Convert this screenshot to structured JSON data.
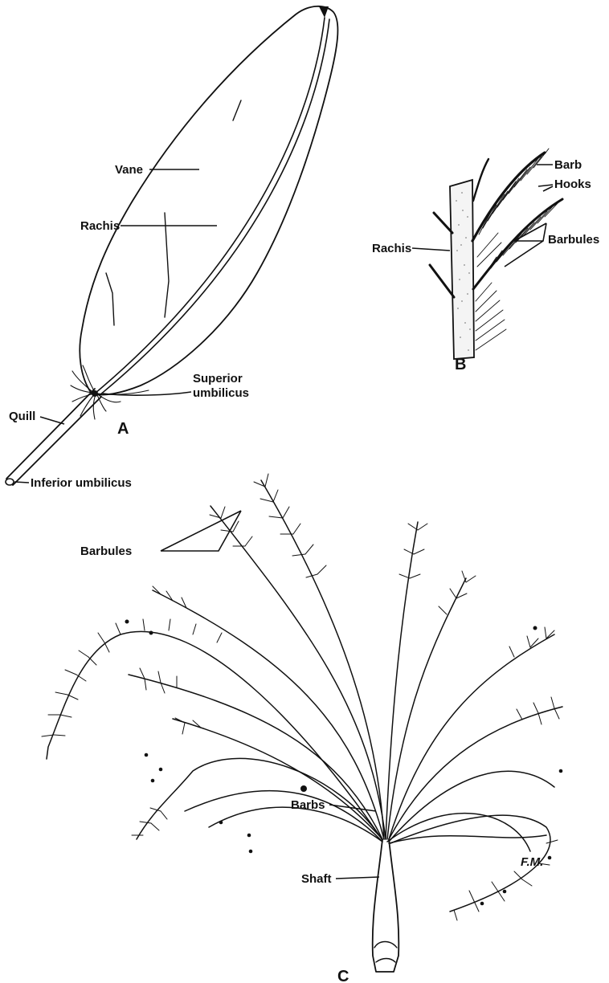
{
  "panels": {
    "A": {
      "letter": "A",
      "labels": {
        "vane": "Vane",
        "rachis": "Rachis",
        "superior_umbilicus_line1": "Superior",
        "superior_umbilicus_line2": "umbilicus",
        "quill": "Quill",
        "inferior_umbilicus": "Inferior umbilicus"
      }
    },
    "B": {
      "letter": "B",
      "labels": {
        "barb": "Barb",
        "hooks": "Hooks",
        "barbules": "Barbules",
        "rachis": "Rachis"
      }
    },
    "C": {
      "letter": "C",
      "labels": {
        "barbules": "Barbules",
        "barbs": "Barbs",
        "shaft": "Shaft"
      },
      "signature": "F.M."
    }
  },
  "colors": {
    "ink": "#111111",
    "paper": "#ffffff",
    "stipple": "#888888"
  }
}
